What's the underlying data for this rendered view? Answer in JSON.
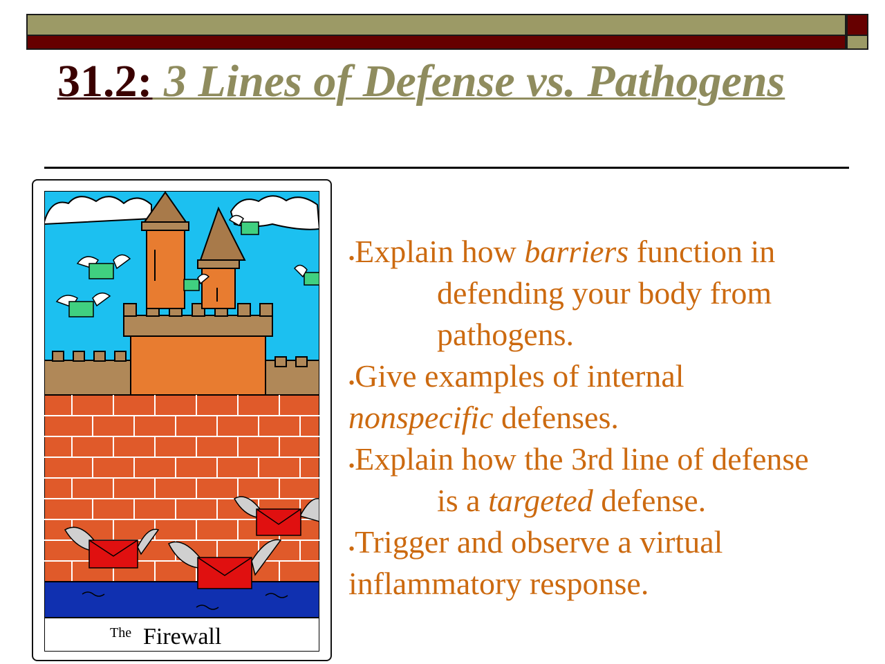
{
  "slide": {
    "title_number": "31.2:",
    "title_text": " 3 Lines of Defense vs. Pathogens"
  },
  "card": {
    "caption_small": "The",
    "caption_large": "Firewall"
  },
  "objectives": [
    {
      "bullet": "•",
      "p1": "Explain how ",
      "em": "barriers",
      "p2": " function in",
      "line2": "defending your body from",
      "line3": "pathogens."
    },
    {
      "bullet": "•",
      "p1": "Give examples of internal",
      "em": "nonspecific",
      "p2": " defenses."
    },
    {
      "bullet": "•",
      "p1": "Explain how the 3rd line of defense",
      "line2a": "is a ",
      "em": "targeted",
      "line2b": " defense."
    },
    {
      "bullet": "•",
      "p1": "Trigger and observe a virtual",
      "line2": "inflammatory response."
    }
  ],
  "colors": {
    "olive": "#9c9a66",
    "maroon": "#660000",
    "objective_text": "#cc6a10"
  }
}
